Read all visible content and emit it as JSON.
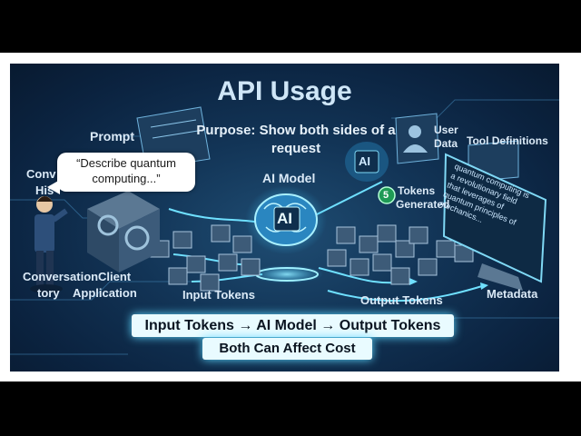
{
  "title": "API Usage",
  "purpose": "Purpose: Show both sides of a request",
  "speech_bubble": "“Describe quantum computing...”",
  "labels": {
    "prompt": "Prompt",
    "conversation_history_top1": "Conv",
    "conversation_history_top2": "His",
    "conversation_history_bottom": "Conversation",
    "conversation_history_bottom2": "tory",
    "client": "Client",
    "application": "Application",
    "user_data_1": "User",
    "user_data_2": "Data",
    "tool_definitions": "Tool Definitions",
    "ai_model": "AI Model",
    "ai_chip": "AI",
    "ai_card": "AI",
    "tokens_generated_1": "Tokens",
    "tokens_generated_2": "Generated",
    "token_badge": "5",
    "input_tokens": "Input Tokens",
    "output_tokens": "Output Tokens",
    "metadata": "Metadata"
  },
  "screen_text": "quantum computing is a revolutionary field that leverages of quantum principles of mechanics...",
  "banner_line1": "Input Tokens → AI Model → Output Tokens",
  "banner_line2": "Both Can Affect Cost",
  "colors": {
    "accent": "#4fd3ff",
    "banner_bg": "#e9fbff",
    "panel_bg": "#0b2340"
  }
}
